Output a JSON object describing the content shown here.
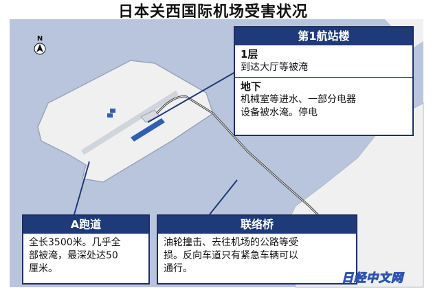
{
  "title": "日本关西国际机场受害状况",
  "north_label": "N",
  "colors": {
    "sea": "#b9c5dd",
    "land": "#f0f0f0",
    "navy": "#1e3a78"
  },
  "terminal_box": {
    "header": "第1航站楼",
    "sections": [
      {
        "heading": "1层",
        "lines": [
          "到达大厅等被淹"
        ]
      },
      {
        "heading": "地下",
        "lines": [
          "机械室等进水、一部分电器",
          "设备被水淹。停电"
        ]
      }
    ]
  },
  "runway_box": {
    "header": "A跑道",
    "lines": [
      "全长3500米。几乎全",
      "部被淹，最深处达50",
      "厘米。"
    ]
  },
  "bridge_box": {
    "header": "联络桥",
    "lines": [
      "油轮撞击、去往机场的公路等受",
      "损。反向车道只有紧急车辆可以",
      "通行。"
    ]
  },
  "watermark": "日经中文网"
}
